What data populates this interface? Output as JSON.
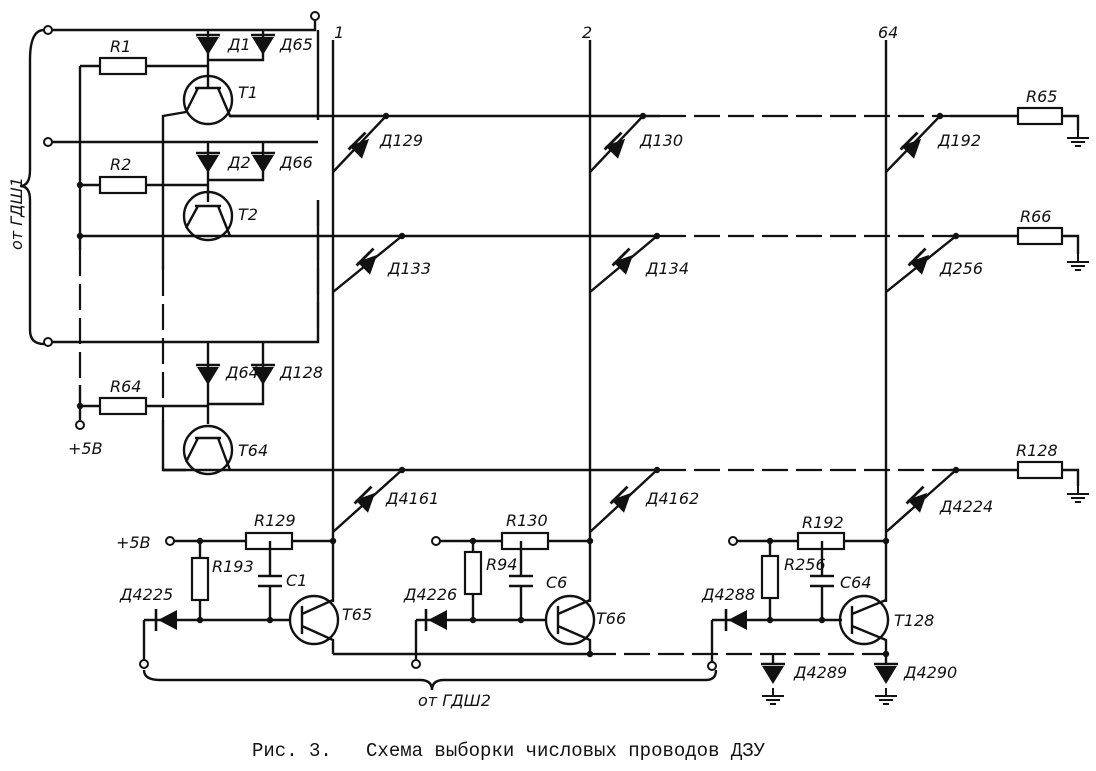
{
  "diagram": {
    "caption": "Рис. 3.   Схема выборки числовых проводов ДЗУ",
    "column_labels": [
      "1",
      "2",
      "64"
    ],
    "source_gdsh1": "от ГДШ1",
    "source_gdsh2": "от ГДШ2",
    "supply_left": "+5В",
    "supply_bottom": "+5В",
    "row_resistors": [
      "R65",
      "R66",
      "R128"
    ],
    "base_resistors": [
      "R1",
      "R2",
      "R64"
    ],
    "row_transistors": [
      "T1",
      "T2",
      "T64"
    ],
    "row_diodes_a": [
      "Д1",
      "Д2",
      "Д64"
    ],
    "row_diodes_b": [
      "Д65",
      "Д66",
      "Д128"
    ],
    "matrix_diodes": [
      "Д129",
      "Д130",
      "Д192",
      "Д133",
      "Д134",
      "Д256",
      "Д4161",
      "Д4162",
      "Д4224"
    ],
    "drivers": [
      {
        "R_top": "R129",
        "R_base": "R193",
        "C": "C1",
        "T": "T65",
        "D_in": "Д4225"
      },
      {
        "R_top": "R130",
        "R_base": "R94",
        "C": "C6",
        "T": "T66",
        "D_in": "Д4226"
      },
      {
        "R_top": "R192",
        "R_base": "R256",
        "C": "C64",
        "T": "T128",
        "D_in": "Д4288"
      }
    ],
    "ground_diodes": [
      "Д4289",
      "Д4290"
    ]
  }
}
